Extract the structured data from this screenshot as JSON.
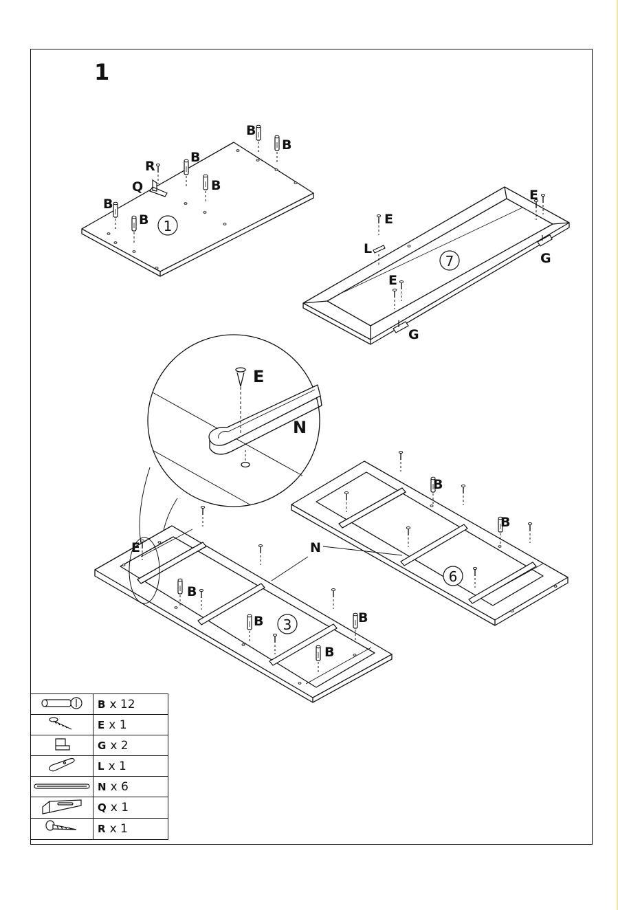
{
  "step": "1",
  "labels": {
    "B": "B",
    "E": "E",
    "G": "G",
    "L": "L",
    "N": "N",
    "Q": "Q",
    "R": "R"
  },
  "panels": {
    "p1": "1",
    "p3": "3",
    "p6": "6",
    "p7": "7"
  },
  "colors": {
    "line": "#111111",
    "page_edge": "#f2e9a0"
  },
  "parts": [
    {
      "letter": "B",
      "qty": "x 12",
      "icon": "cam-dowel-icon"
    },
    {
      "letter": "E",
      "qty": "x 1",
      "icon": "screw-icon"
    },
    {
      "letter": "G",
      "qty": "x 2",
      "icon": "bracket-icon"
    },
    {
      "letter": "L",
      "qty": "x 1",
      "icon": "link-plate-icon"
    },
    {
      "letter": "N",
      "qty": "x 6",
      "icon": "rail-icon"
    },
    {
      "letter": "Q",
      "qty": "x 1",
      "icon": "angle-bracket-icon"
    },
    {
      "letter": "R",
      "qty": "x 1",
      "icon": "wood-screw-icon"
    }
  ]
}
